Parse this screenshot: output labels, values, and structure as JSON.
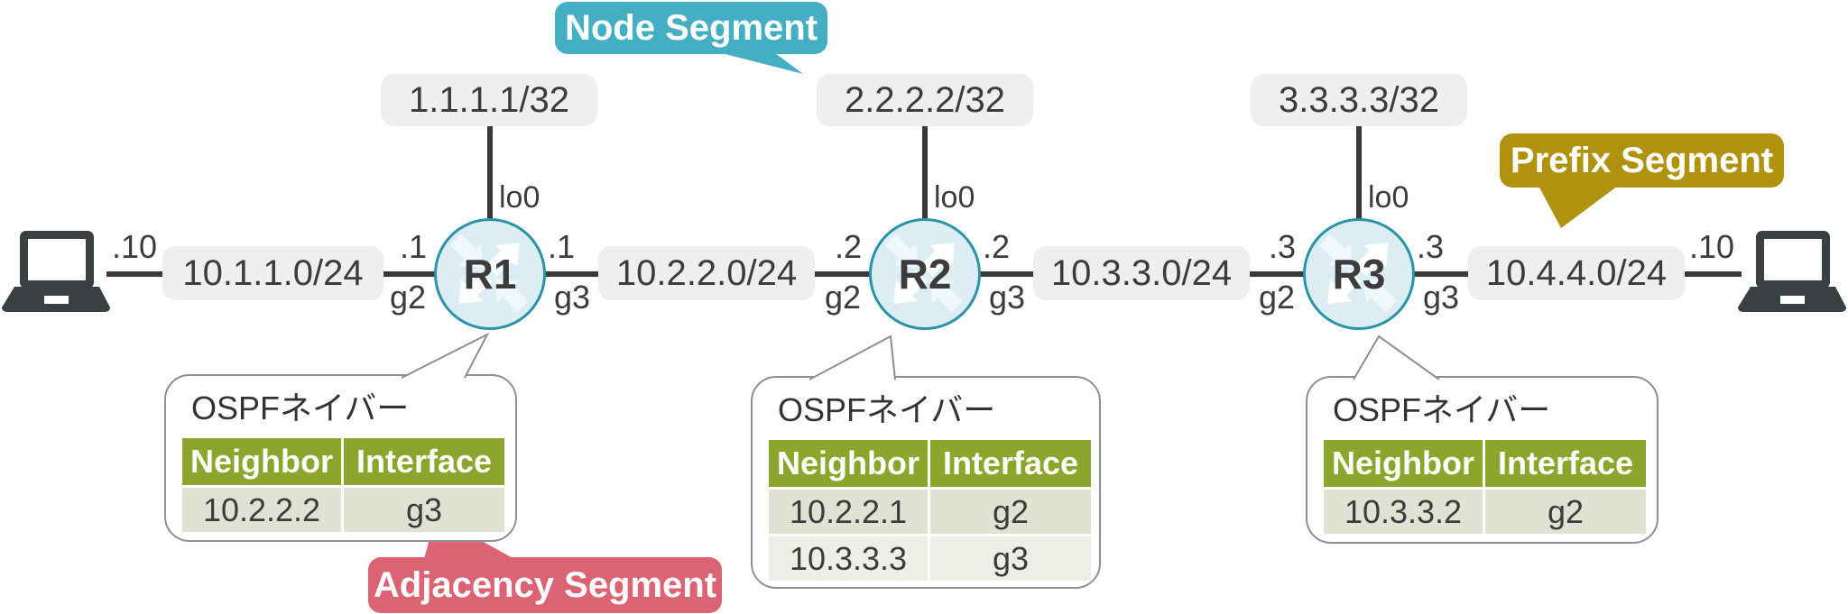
{
  "colors": {
    "teal": "#44AFC3",
    "gold": "#B1920F",
    "pink": "#DB6373",
    "olive": "#8CA52C",
    "router_fill": "#DCEEF4",
    "router_border": "#2B93A8",
    "box_bg": "#EFEFEF",
    "line": "#3A3A3A",
    "text": "#3C3C3C",
    "row_a": "#E0E3D3",
    "row_b": "#EDEFE6",
    "bubble_border": "#8F8F8F"
  },
  "hosts": {
    "left_label": ".10",
    "right_label": ".10"
  },
  "networks": [
    {
      "label": "10.1.1.0/24"
    },
    {
      "label": "10.2.2.0/24"
    },
    {
      "label": "10.3.3.0/24"
    },
    {
      "label": "10.4.4.0/24"
    }
  ],
  "routers": [
    {
      "name": "R1",
      "loopback": "1.1.1.1/32",
      "loopback_if": "lo0",
      "left_ip": ".1",
      "left_if": "g2",
      "right_ip": ".1",
      "right_if": "g3",
      "ospf": {
        "title": "OSPFネイバー",
        "headers": [
          "Neighbor",
          "Interface"
        ],
        "rows": [
          [
            "10.2.2.2",
            "g3"
          ]
        ]
      }
    },
    {
      "name": "R2",
      "loopback": "2.2.2.2/32",
      "loopback_if": "lo0",
      "left_ip": ".2",
      "left_if": "g2",
      "right_ip": ".2",
      "right_if": "g3",
      "ospf": {
        "title": "OSPFネイバー",
        "headers": [
          "Neighbor",
          "Interface"
        ],
        "rows": [
          [
            "10.2.2.1",
            "g2"
          ],
          [
            "10.3.3.3",
            "g3"
          ]
        ]
      }
    },
    {
      "name": "R3",
      "loopback": "3.3.3.3/32",
      "loopback_if": "lo0",
      "left_ip": ".3",
      "left_if": "g2",
      "right_ip": ".3",
      "right_if": "g3",
      "ospf": {
        "title": "OSPFネイバー",
        "headers": [
          "Neighbor",
          "Interface"
        ],
        "rows": [
          [
            "10.3.3.2",
            "g2"
          ]
        ]
      }
    }
  ],
  "callouts": {
    "node_segment": {
      "label": "Node Segment"
    },
    "prefix_segment": {
      "label": "Prefix Segment"
    },
    "adjacency_segment": {
      "label": "Adjacency Segment"
    }
  }
}
